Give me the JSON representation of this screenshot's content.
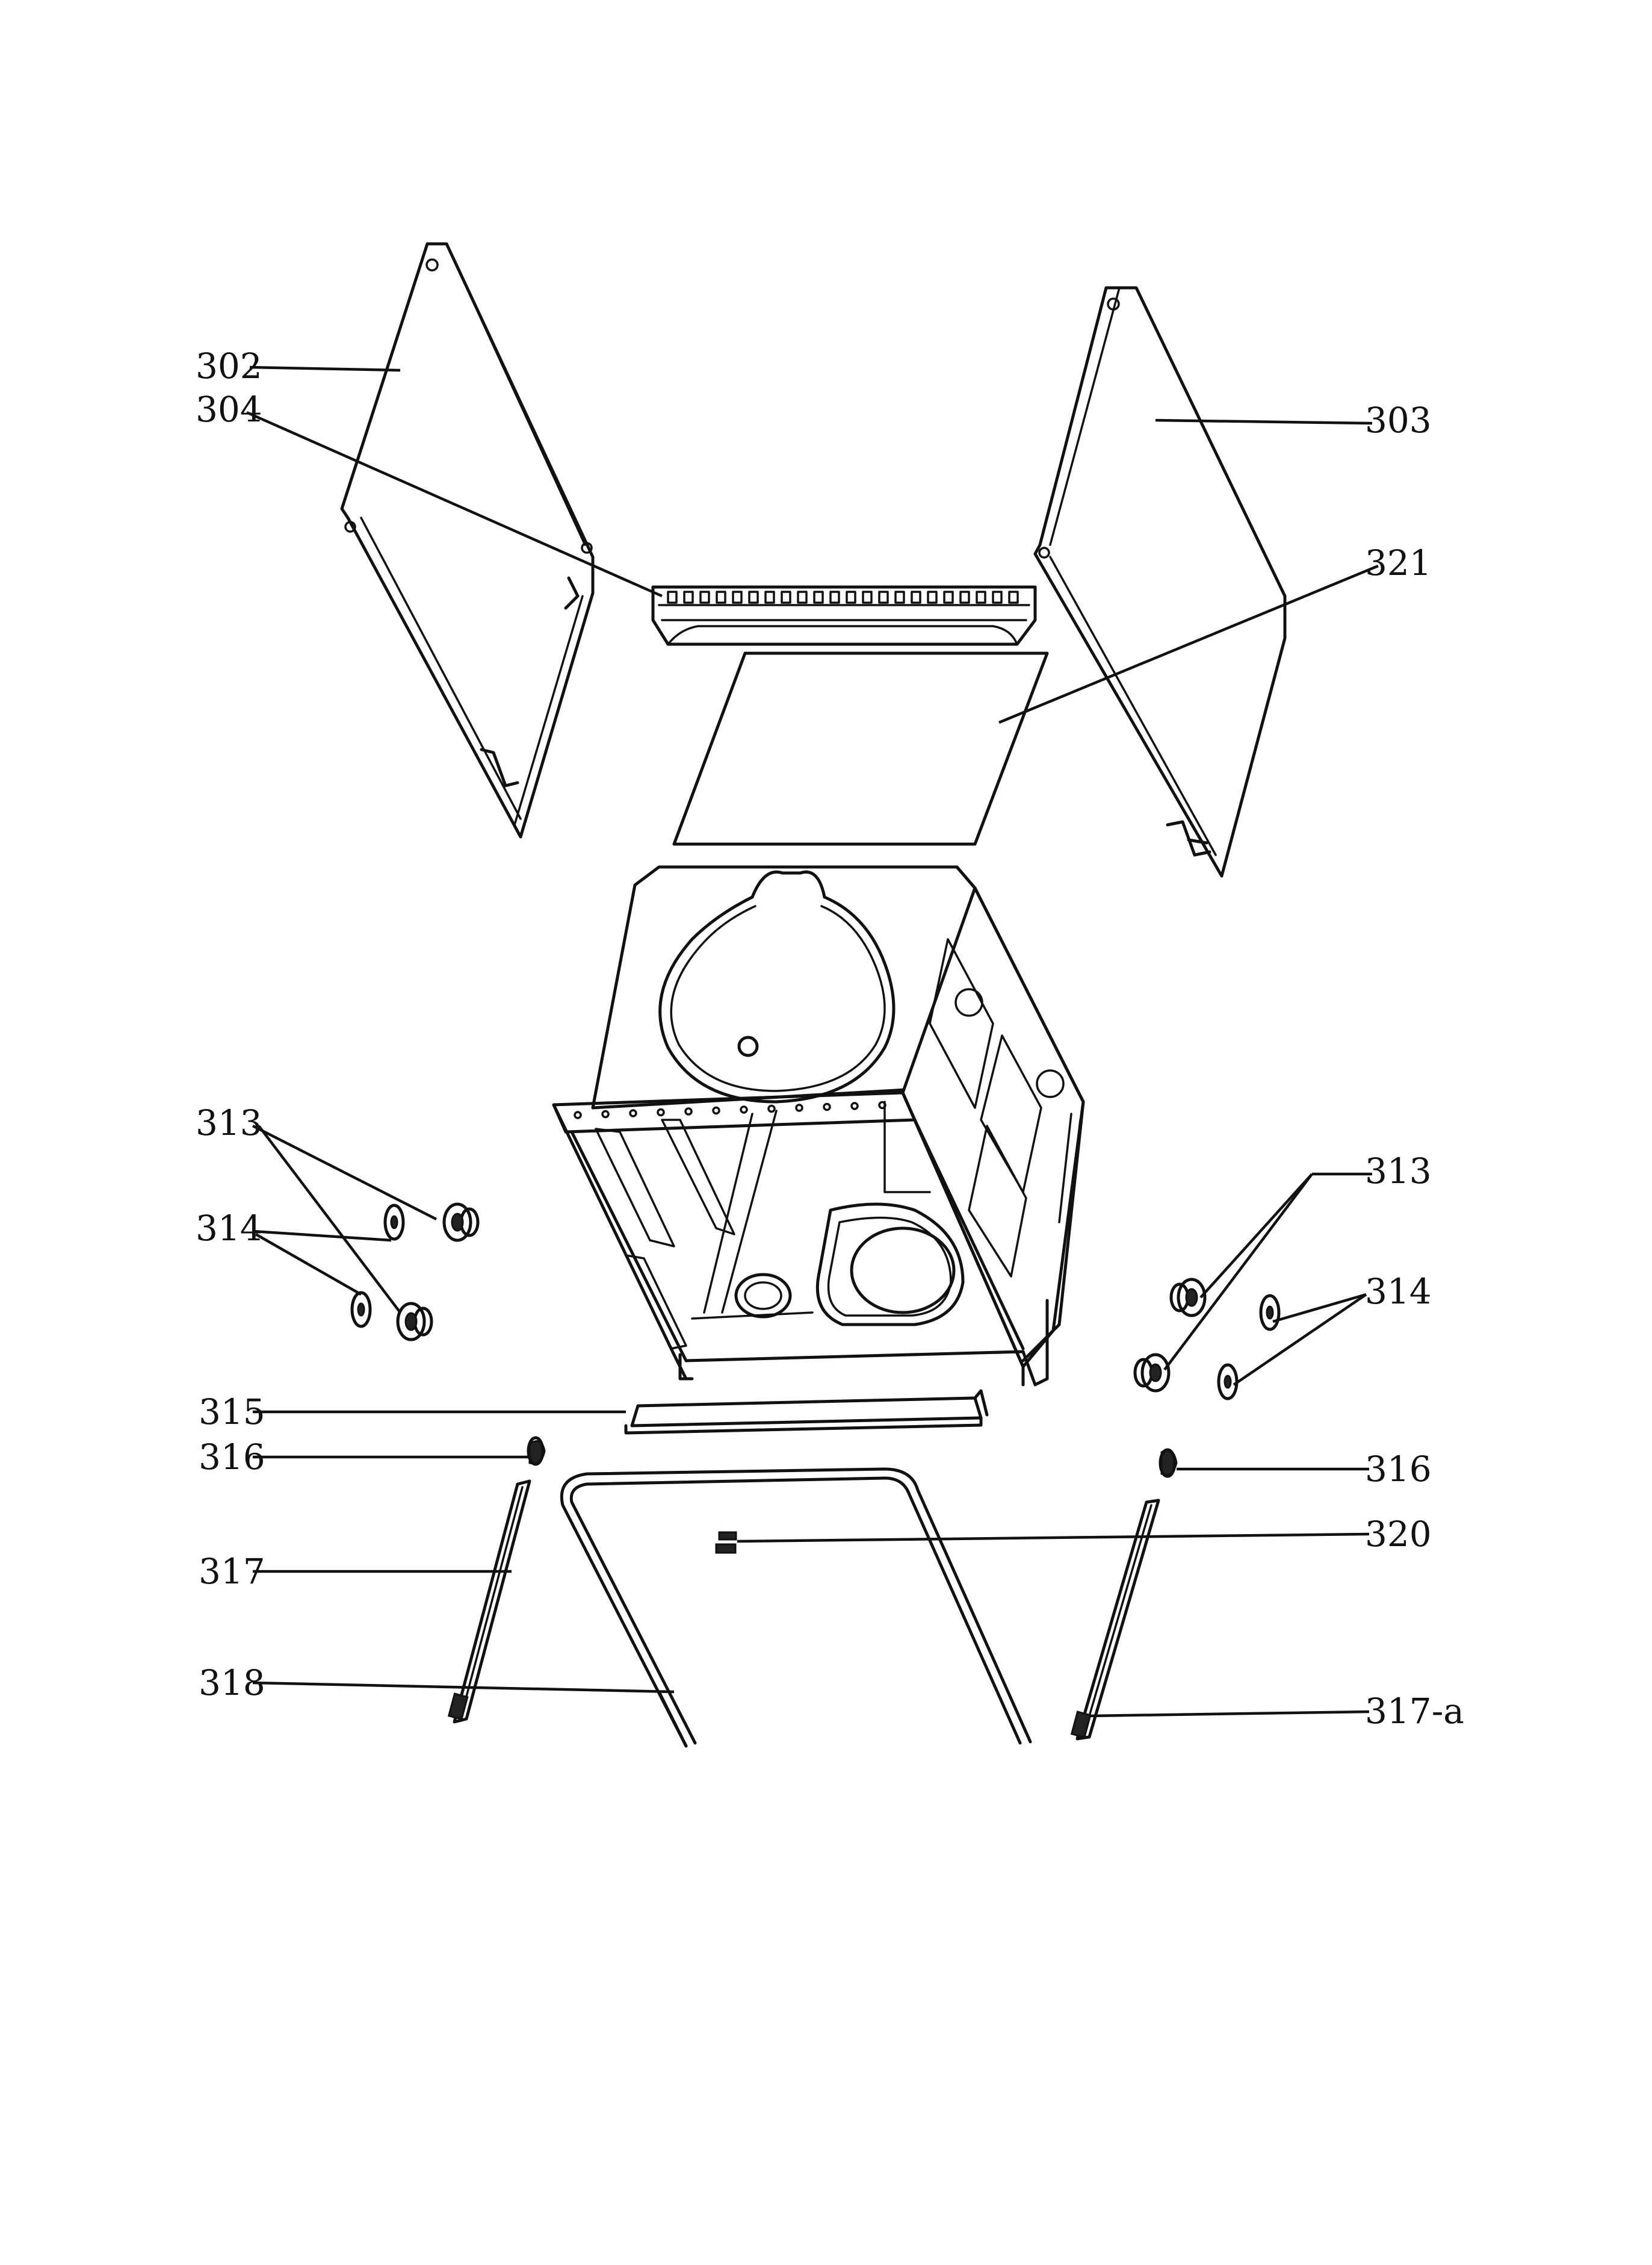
{
  "callouts": {
    "c302": "302",
    "c304": "304",
    "c303": "303",
    "c321": "321",
    "c313_left": "313",
    "c314_left": "314",
    "c313_right": "313",
    "c314_right": "314",
    "c315": "315",
    "c316_left": "316",
    "c316_right": "316",
    "c317": "317",
    "c318": "318",
    "c320": "320",
    "c317a": "317-a"
  }
}
